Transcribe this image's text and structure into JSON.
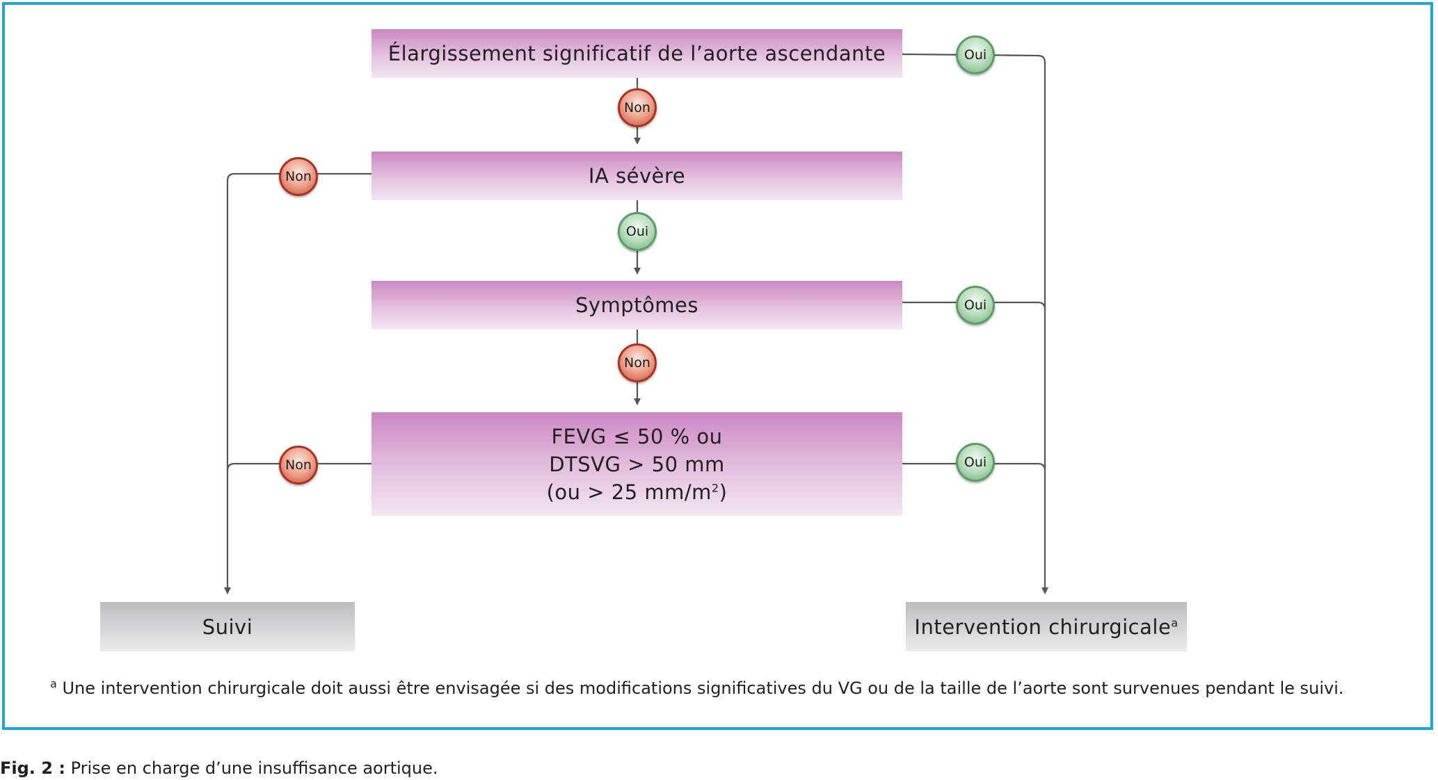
{
  "nodes": {
    "aorta": "Élargissement significatif de l’aorte ascendante",
    "ia_severe": "IA sévère",
    "symptoms": "Symptômes",
    "fevg_line1": "FEVG ≤ 50 % ou",
    "fevg_line2": "DTSVG > 50 mm",
    "fevg_line3": "(ou > 25 mm/m",
    "fevg_line3_sup": "2",
    "fevg_line3_end": ")",
    "suivi": "Suivi",
    "intervention": "Intervention chirurgicale",
    "intervention_sup": "a"
  },
  "labels": {
    "non": "Non",
    "oui": "Oui"
  },
  "footnote": {
    "marker": "a",
    "text": " Une intervention chirurgicale doit aussi être envisagée si des modifications significatives du VG ou de la taille de l’aorte sont survenues pendant le suivi."
  },
  "caption": {
    "label": "Fig. 2 :",
    "text": " Prise en charge d’une insuffisance aortique."
  },
  "colors": {
    "frame": "#1fa3dc",
    "decision_box": "#cc86c4",
    "outcome_box": "#bdbcbf",
    "non_badge": "#c64a33",
    "oui_badge": "#6fae78",
    "connector": "#555555"
  }
}
